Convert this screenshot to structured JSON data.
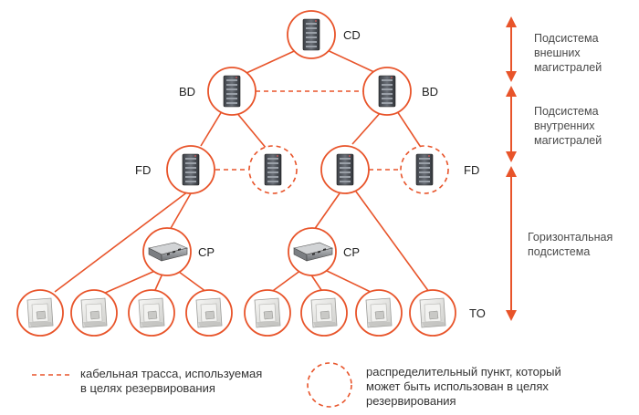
{
  "colors": {
    "accent": "#e8542a",
    "server": "#5b6068",
    "outlet": "#e8e8e6",
    "switch": "#8c8f93"
  },
  "labels": {
    "cd": "CD",
    "bd_left": "BD",
    "bd_right": "BD",
    "fd_left": "FD",
    "fd_right": "FD",
    "cp_left": "CP",
    "cp_right": "CP",
    "to": "TO"
  },
  "subsystems": {
    "external": [
      "Подсистема",
      "внешних",
      "магистралей"
    ],
    "internal": [
      "Подсистема",
      "внутренних",
      "магистралей"
    ],
    "horizontal": [
      "Горизонтальная",
      "подсистема"
    ]
  },
  "legend": {
    "dashed_line": [
      "кабельная трасса, используемая",
      "в целях резервирования"
    ],
    "dashed_circle": [
      "распределительный пункт, который",
      "может быть использован в целях",
      "резервирования"
    ]
  },
  "icons": {
    "server": "server-rack-icon",
    "switch": "network-switch-icon",
    "outlet": "telecom-outlet-icon"
  }
}
